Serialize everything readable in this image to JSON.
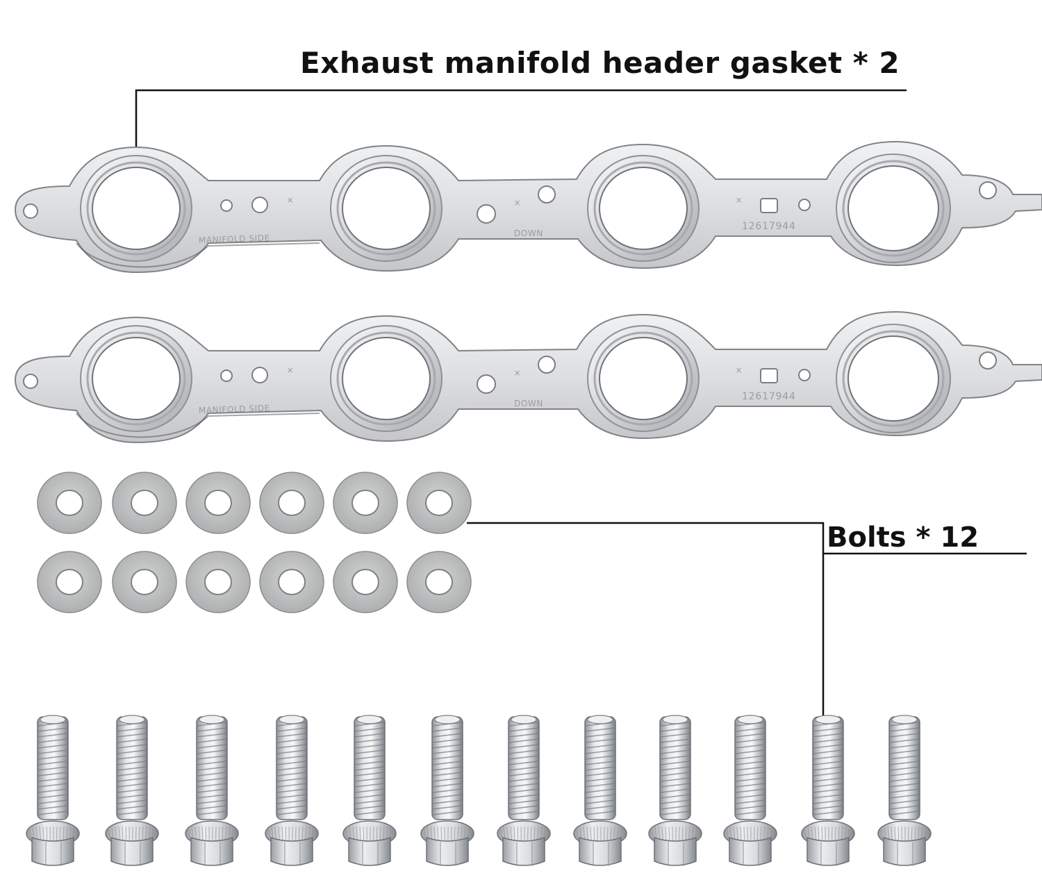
{
  "callouts": {
    "gasket_label": "Exhaust manifold header gasket * 2",
    "bolts_label": "Bolts * 12"
  },
  "gasket_stamps": {
    "manifold_side": "MANIFOLD SIDE",
    "down": "DOWN",
    "part_number": "12617944"
  },
  "counts": {
    "gaskets": 2,
    "washers": 12,
    "bolts": 12
  },
  "colors": {
    "metal_light": "#e9eaec",
    "metal_mid": "#c9cbce",
    "metal_dark": "#8d9095",
    "washer": "#c3c4c4",
    "line": "#111111"
  }
}
